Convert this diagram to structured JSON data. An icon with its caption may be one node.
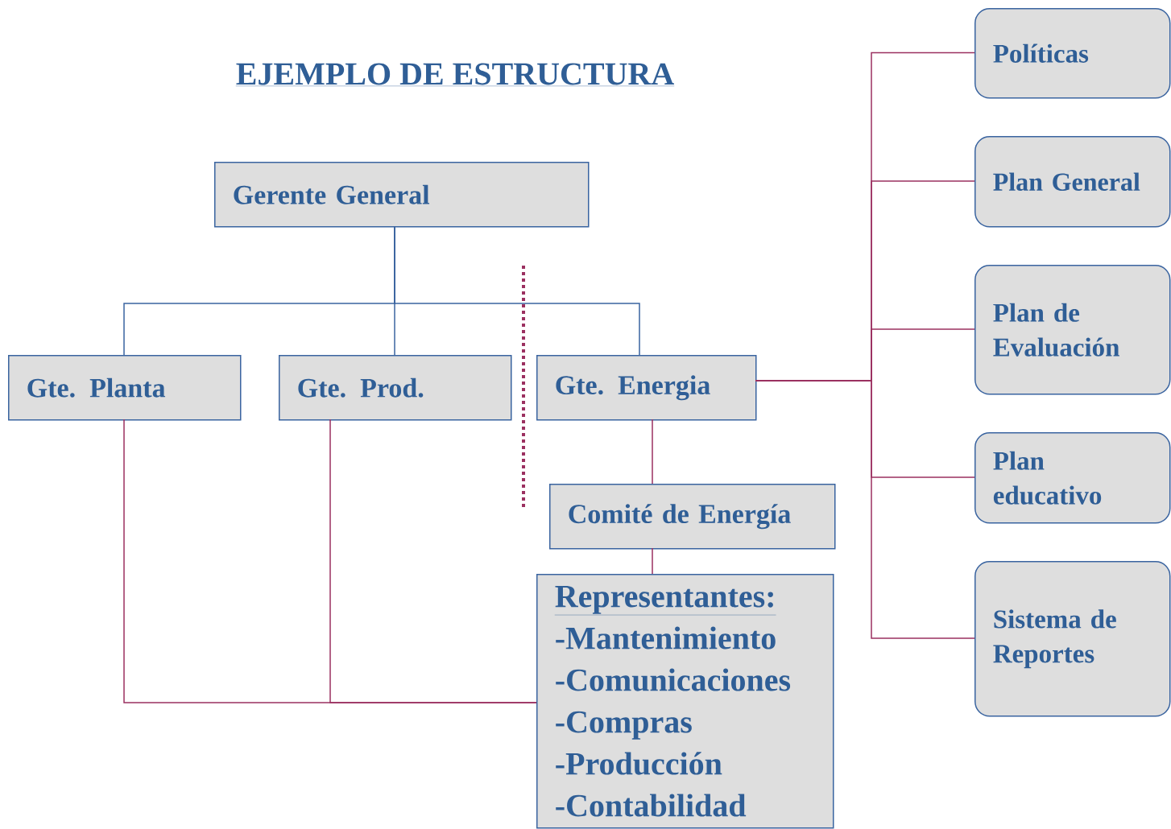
{
  "diagram": {
    "title": "EJEMPLO DE ESTRUCTURA",
    "nodes": [
      {
        "text": [
          "Gerente General"
        ]
      },
      {
        "text": [
          "Gte. Planta"
        ]
      },
      {
        "text": [
          "Gte. Prod."
        ]
      },
      {
        "text": [
          "Gte. Energia"
        ]
      },
      {
        "text": [
          "Comité de Energía"
        ]
      },
      {
        "text": [
          "Representantes:",
          "-Mantenimiento",
          "-Comunicaciones",
          "-Compras",
          "-Producción",
          "-Contabilidad"
        ]
      },
      {
        "text": [
          "Políticas"
        ]
      },
      {
        "text": [
          "Plan General"
        ]
      },
      {
        "text": [
          "Plan de Evaluación"
        ]
      },
      {
        "text": [
          "Plan educativo"
        ]
      },
      {
        "text": [
          "Sistema de Reportes"
        ]
      }
    ],
    "edges": [
      {
        "from": 0,
        "to": 1,
        "arrow": "none",
        "color": "#3a64a0"
      },
      {
        "from": 0,
        "to": 2,
        "arrow": "none",
        "color": "#3a64a0"
      },
      {
        "from": 0,
        "to": 3,
        "arrow": "none",
        "color": "#3a64a0"
      },
      {
        "from": 3,
        "to": 4,
        "arrow": "none"
      },
      {
        "from": 4,
        "to": 5,
        "arrow": "none"
      },
      {
        "from": 1,
        "to": 5,
        "arrow": "none"
      },
      {
        "from": 2,
        "to": 5,
        "arrow": "none"
      },
      {
        "from": 3,
        "to": 6,
        "arrow": "none"
      },
      {
        "from": 3,
        "to": 7,
        "arrow": "none"
      },
      {
        "from": 3,
        "to": 8,
        "arrow": "none"
      },
      {
        "from": 3,
        "to": 9,
        "arrow": "none"
      },
      {
        "from": 3,
        "to": 10,
        "arrow": "none"
      }
    ]
  }
}
